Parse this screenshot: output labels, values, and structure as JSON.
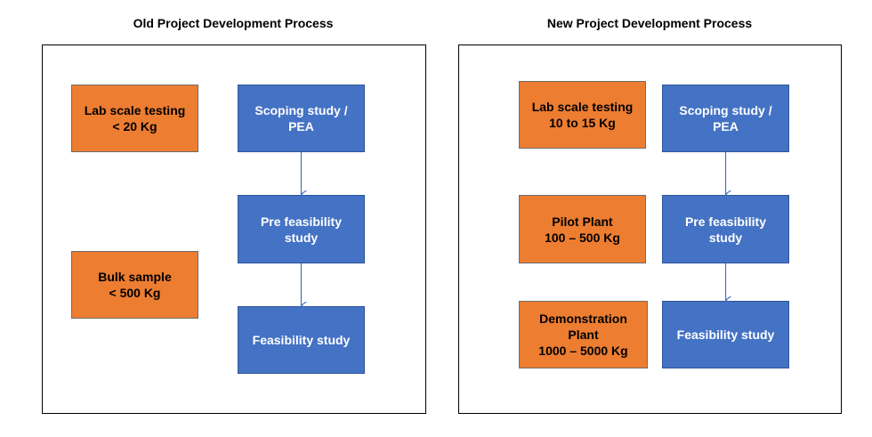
{
  "colors": {
    "orange_fill": "#ed7d31",
    "blue_fill": "#4472c4",
    "blue_text": "#ffffff",
    "orange_text": "#000000",
    "arrow": "#4472c4"
  },
  "old_process": {
    "title": "Old Project Development Process",
    "lab_scale": "Lab scale testing\n< 20 Kg",
    "bulk_sample": "Bulk sample\n< 500 Kg",
    "scoping": "Scoping study /\nPEA",
    "pre_feasibility": "Pre feasibility\nstudy",
    "feasibility": "Feasibility study"
  },
  "new_process": {
    "title": "New Project Development Process",
    "lab_scale": "Lab scale testing\n10 to 15 Kg",
    "pilot_plant": "Pilot Plant\n100 – 500 Kg",
    "demonstration_plant": "Demonstration\nPlant\n1000 – 5000 Kg",
    "scoping": "Scoping study /\nPEA",
    "pre_feasibility": "Pre feasibility\nstudy",
    "feasibility": "Feasibility study"
  }
}
